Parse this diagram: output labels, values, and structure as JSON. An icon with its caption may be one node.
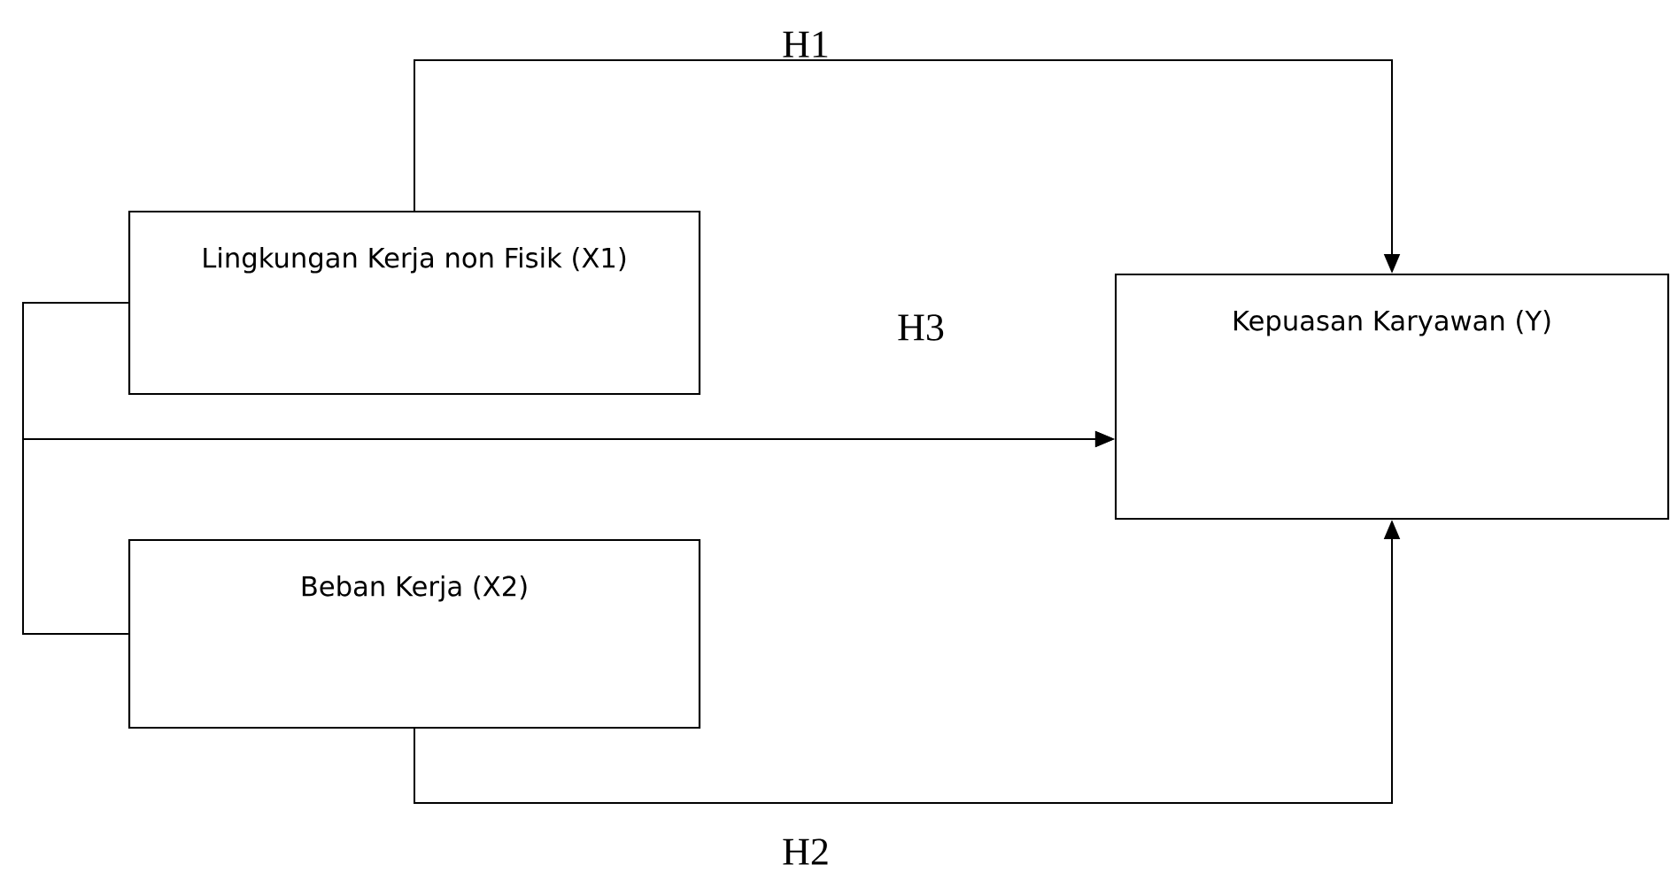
{
  "diagram": {
    "nodes": [
      {
        "text": [
          "Lingkungan Kerja non Fisik (X1)"
        ]
      },
      {
        "text": [
          "Kepuasan Karyawan (Y)"
        ]
      },
      {
        "text": [
          "Beban Kerja (X2)"
        ]
      }
    ],
    "edges": [
      {
        "from": 0,
        "to": 1,
        "arrow": "to",
        "label": "H1"
      },
      {
        "from": 2,
        "to": 1,
        "arrow": "to",
        "label": "H2"
      },
      {
        "from": 0,
        "to": 1,
        "arrow": "to",
        "label": "H3"
      },
      {
        "from": 2,
        "to": 1,
        "arrow": "to"
      }
    ]
  }
}
